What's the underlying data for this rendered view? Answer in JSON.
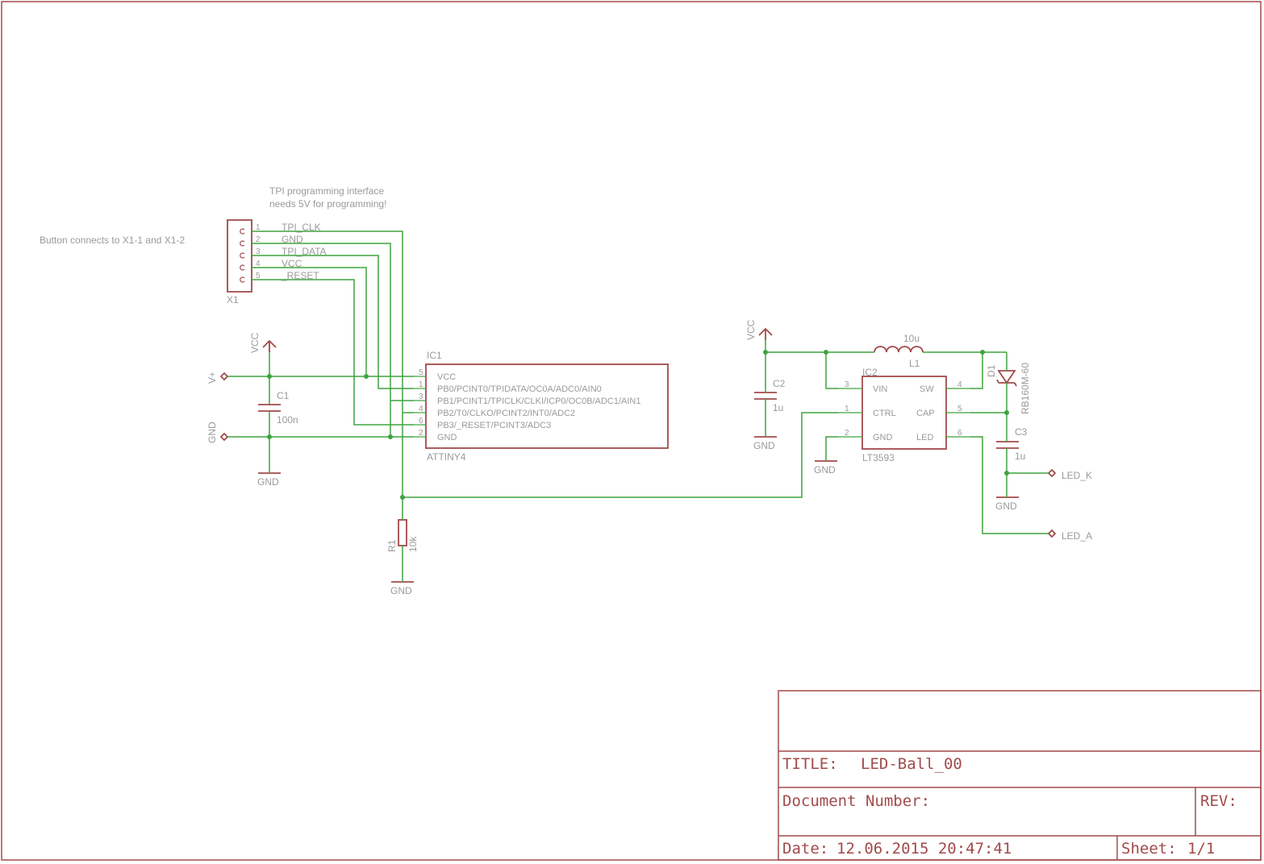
{
  "notes": {
    "tpi_line1": "TPI programming interface",
    "tpi_line2": "needs 5V for programming!",
    "button": "Button connects to X1-1 and X1-2"
  },
  "x1": {
    "name": "X1",
    "pins": [
      {
        "num": "1",
        "label": "TPI_CLK"
      },
      {
        "num": "2",
        "label": "GND"
      },
      {
        "num": "3",
        "label": "TPI_DATA"
      },
      {
        "num": "4",
        "label": "VCC"
      },
      {
        "num": "5",
        "label": "_RESET"
      }
    ]
  },
  "supply_left": {
    "vcc": "VCC",
    "vplus": "V+",
    "gnd_port": "GND",
    "gnd1": "GND",
    "c1_name": "C1",
    "c1_value": "100n"
  },
  "ic1": {
    "name": "IC1",
    "part": "ATTINY4",
    "pins": [
      {
        "num": "5",
        "label": "VCC"
      },
      {
        "num": "1",
        "label": "PB0/PCINT0/TPIDATA/OC0A/ADC0/AIN0"
      },
      {
        "num": "3",
        "label": "PB1/PCINT1/TPICLK/CLKI/ICP0/OC0B/ADC1/AIN1"
      },
      {
        "num": "4",
        "label": "PB2/T0/CLKO/PCINT2/INT0/ADC2"
      },
      {
        "num": "6",
        "label": "PB3/_RESET/PCINT3/ADC3"
      },
      {
        "num": "2",
        "label": "GND"
      }
    ]
  },
  "r1": {
    "name": "R1",
    "value": "10k",
    "gnd": "GND"
  },
  "driver": {
    "vcc": "VCC",
    "c2_name": "C2",
    "c2_value": "1u",
    "c2_gnd": "GND",
    "l1_value": "10u",
    "l1_name": "L1",
    "d1_name": "D1",
    "d1_part": "RB160M-60",
    "c3_name": "C3",
    "c3_value": "1u",
    "c3_gnd": "GND",
    "ic2_gnd": "GND",
    "led_k": "LED_K",
    "led_a": "LED_A"
  },
  "ic2": {
    "name": "IC2",
    "part": "LT3593",
    "left_pins": [
      {
        "num": "3",
        "label": "VIN"
      },
      {
        "num": "1",
        "label": "CTRL"
      },
      {
        "num": "2",
        "label": "GND"
      }
    ],
    "right_pins": [
      {
        "num": "4",
        "label": "SW"
      },
      {
        "num": "5",
        "label": "CAP"
      },
      {
        "num": "6",
        "label": "LED"
      }
    ]
  },
  "titleblock": {
    "title_label": "TITLE:",
    "title_value": "LED-Ball_00",
    "doc_label": "Document Number:",
    "rev_label": "REV:",
    "date_label": "Date:",
    "date_value": "12.06.2015 20:47:41",
    "sheet_label": "Sheet:",
    "sheet_value": "1/1"
  }
}
